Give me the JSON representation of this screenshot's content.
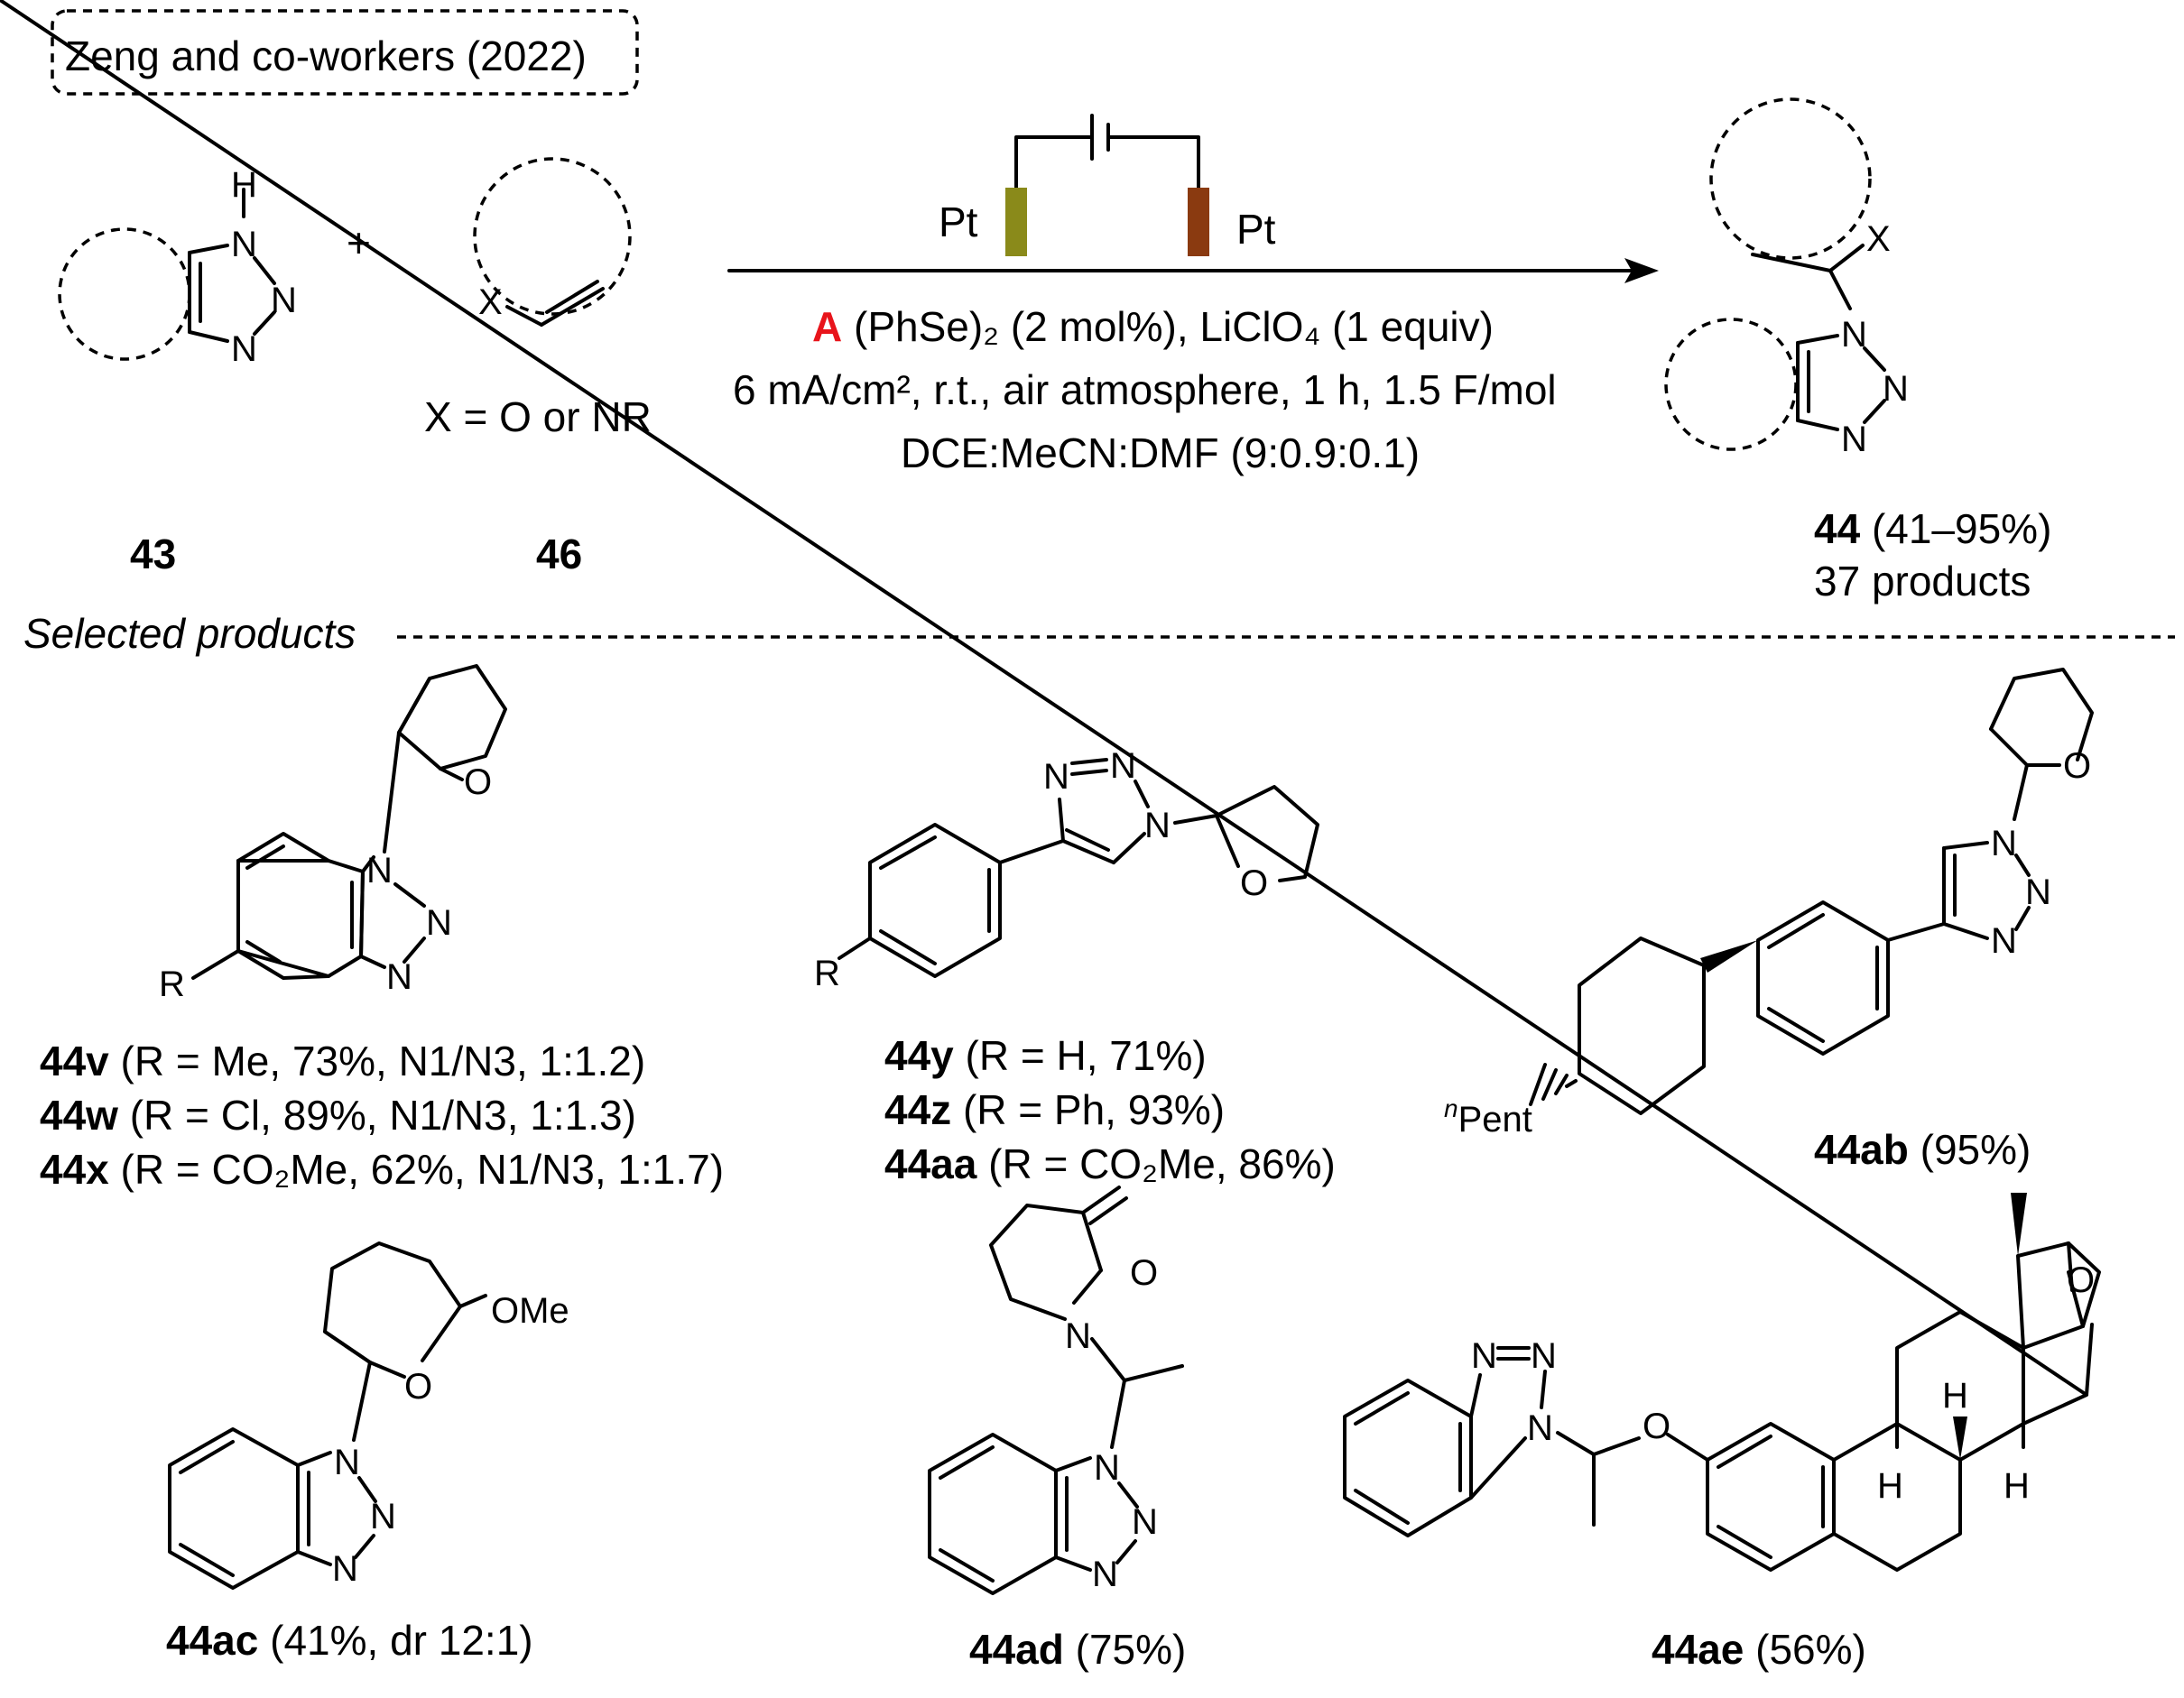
{
  "header": {
    "title": "Zeng and co-workers (2022)"
  },
  "reaction": {
    "reactant1_label": "43",
    "reactant2_label": "46",
    "plus": "+",
    "x_definition": "X = O or NR",
    "electrode_left": "Pt",
    "electrode_right": "Pt",
    "catalyst_letter": "A",
    "catalyst_color": "#e8141b",
    "condition_line1_rest": " (PhSe)₂ (2 mol%), LiClO₄ (1 equiv)",
    "condition_line2": "6 mA/cm², r.t., air atmosphere, 1 h, 1.5 F/mol",
    "condition_line3": "DCE:MeCN:DMF (9:0.9:0.1)",
    "product_label": "44",
    "product_yield": " (41–95%)",
    "product_count": "37 products",
    "anode_color": "#8a8a1a",
    "cathode_color": "#8a3a10"
  },
  "section": {
    "title": "Selected products"
  },
  "atoms": {
    "H": "H",
    "N": "N",
    "O": "O",
    "X": "X",
    "R": "R",
    "OMe": "OMe",
    "nPent_sup": "n",
    "nPent": "Pent"
  },
  "products": [
    {
      "id": "44v",
      "rest": " (R = Me, 73%, N1/N3, 1:1.2)"
    },
    {
      "id": "44w",
      "rest": " (R = Cl, 89%, N1/N3, 1:1.3)"
    },
    {
      "id": "44x",
      "rest": " (R = CO₂Me, 62%, N1/N3, 1:1.7)"
    },
    {
      "id": "44y",
      "rest": " (R = H, 71%)"
    },
    {
      "id": "44z",
      "rest": " (R = Ph, 93%)"
    },
    {
      "id": "44aa",
      "rest": " (R = CO₂Me, 86%)"
    },
    {
      "id": "44ab",
      "rest": " (95%)"
    },
    {
      "id": "44ac",
      "rest": " (41%, dr 12:1)"
    },
    {
      "id": "44ad",
      "rest": " (75%)"
    },
    {
      "id": "44ae",
      "rest": " (56%)"
    }
  ]
}
